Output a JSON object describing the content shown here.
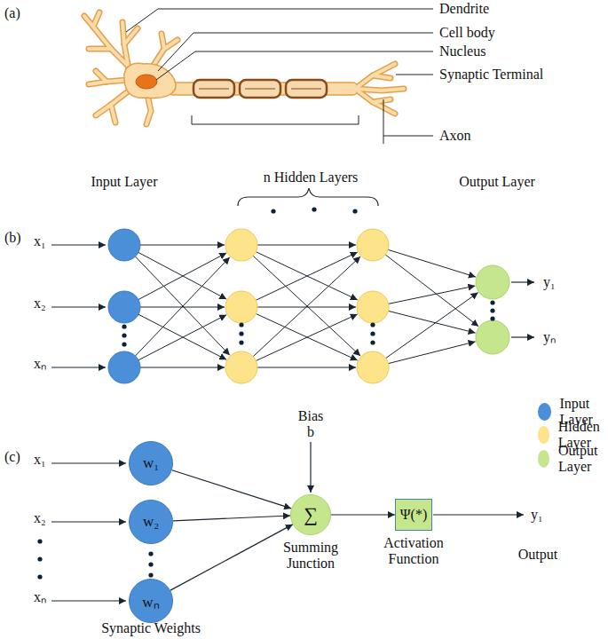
{
  "diagram": {
    "nodes": [
      {
        "text": [
          "w₁"
        ]
      },
      {
        "text": [
          "w₂"
        ]
      },
      {
        "text": [
          "wₙ"
        ]
      },
      {
        "text": [
          "∑",
          "Summing Junction"
        ]
      },
      {
        "text": [
          "Ψ(*)",
          "Activation Function"
        ]
      }
    ],
    "edges": [
      {
        "from": 0,
        "to": 3,
        "arrow": "to"
      },
      {
        "from": 1,
        "to": 3,
        "arrow": "to"
      },
      {
        "from": 2,
        "to": 3,
        "arrow": "to"
      },
      {
        "from": 3,
        "to": 4,
        "arrow": "to"
      }
    ],
    "labels": [
      "(a)",
      "Dendrite",
      "Cell body",
      "Nucleus",
      "Synaptic Terminal",
      "Axon",
      "(b)",
      "Input Layer",
      "n Hidden Layers",
      "Output Layer",
      "x₁",
      "x₂",
      "xₙ",
      "y₁",
      "yₙ",
      "(c)",
      "x₁",
      "x₂",
      "xₙ",
      "Bias b",
      "Synaptic Weights",
      "y₁",
      "Output"
    ],
    "legend": [
      {
        "text": "Input Layer",
        "color": "#4a8fd8"
      },
      {
        "text": "Hidden Layer",
        "color": "#fde38a"
      },
      {
        "text": "Output Layer",
        "color": "#c5e68c"
      }
    ]
  }
}
